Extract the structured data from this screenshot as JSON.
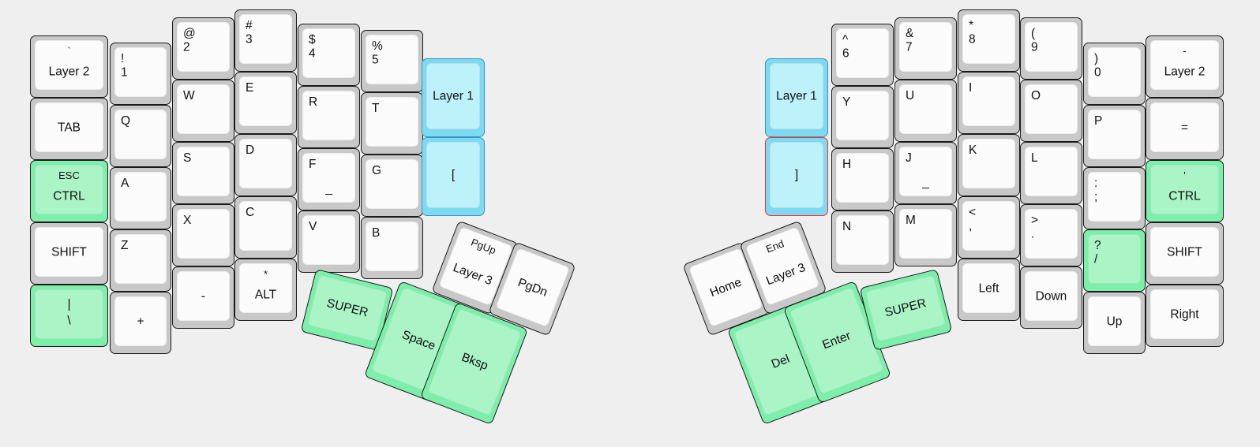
{
  "app": {
    "title": "Keyboard Layout Editor",
    "background_color": "#efefef",
    "key_body_color": "#c8c8c8",
    "key_cap_color": "#fbfbfb",
    "green_color": "#7cefab",
    "blue_color": "#7fd9f2",
    "selection_color": "#ff2b2b"
  },
  "left_half": {
    "name": "left-keyboard-half",
    "keys": [
      {
        "id": "l-c1-r1",
        "top": "`",
        "main": "Layer 2",
        "style": "white",
        "legend": "center-two"
      },
      {
        "id": "l-c1-r2",
        "main": "TAB",
        "style": "white",
        "legend": "center"
      },
      {
        "id": "l-c1-r3",
        "top": "ESC",
        "main": "CTRL",
        "style": "green",
        "legend": "center-two"
      },
      {
        "id": "l-c1-r4",
        "main": "SHIFT",
        "style": "white",
        "legend": "center"
      },
      {
        "id": "l-c1-r5",
        "top": "|",
        "main": "\\",
        "style": "green",
        "legend": "center-two-sym"
      },
      {
        "id": "l-c2-r1",
        "top": "!",
        "main": "1",
        "style": "white",
        "legend": "tl-bl"
      },
      {
        "id": "l-c2-r2",
        "top": "Q",
        "style": "white",
        "legend": "tl"
      },
      {
        "id": "l-c2-r3",
        "top": "A",
        "style": "white",
        "legend": "tl"
      },
      {
        "id": "l-c2-r4",
        "top": "Z",
        "style": "white",
        "legend": "tl"
      },
      {
        "id": "l-c2-r5",
        "main": "+",
        "style": "white",
        "legend": "center"
      },
      {
        "id": "l-c3-r1",
        "top": "@",
        "main": "2",
        "style": "white",
        "legend": "tl-bl"
      },
      {
        "id": "l-c3-r2",
        "top": "W",
        "style": "white",
        "legend": "tl"
      },
      {
        "id": "l-c3-r3",
        "top": "S",
        "style": "white",
        "legend": "tl"
      },
      {
        "id": "l-c3-r4",
        "top": "X",
        "style": "white",
        "legend": "tl"
      },
      {
        "id": "l-c3-r5",
        "main": "-",
        "style": "white",
        "legend": "center"
      },
      {
        "id": "l-c4-r1",
        "top": "#",
        "main": "3",
        "style": "white",
        "legend": "tl-bl"
      },
      {
        "id": "l-c4-r2",
        "top": "E",
        "style": "white",
        "legend": "tl"
      },
      {
        "id": "l-c4-r3",
        "top": "D",
        "style": "white",
        "legend": "tl"
      },
      {
        "id": "l-c4-r4",
        "top": "C",
        "style": "white",
        "legend": "tl"
      },
      {
        "id": "l-c4-r5",
        "top": "*",
        "main": "ALT",
        "style": "white",
        "legend": "center-two"
      },
      {
        "id": "l-c5-r1",
        "top": "$",
        "main": "4",
        "style": "white",
        "legend": "tl-bl"
      },
      {
        "id": "l-c5-r2",
        "top": "R",
        "style": "white",
        "legend": "tl"
      },
      {
        "id": "l-c5-r3",
        "top": "F",
        "bottom": "_",
        "style": "white",
        "legend": "tl-under"
      },
      {
        "id": "l-c5-r4",
        "top": "V",
        "style": "white",
        "legend": "tl"
      },
      {
        "id": "l-c6-r1",
        "top": "%",
        "main": "5",
        "style": "white",
        "legend": "tl-bl"
      },
      {
        "id": "l-c6-r2",
        "top": "T",
        "style": "white",
        "legend": "tl"
      },
      {
        "id": "l-c6-r3",
        "top": "G",
        "style": "white",
        "legend": "tl"
      },
      {
        "id": "l-c6-r4",
        "top": "B",
        "style": "white",
        "legend": "tl"
      },
      {
        "id": "l-c7-r1",
        "main": "Layer 1",
        "style": "blue",
        "legend": "center"
      },
      {
        "id": "l-c7-r2",
        "main": "[",
        "style": "blue",
        "legend": "center"
      }
    ],
    "thumb_keys": [
      {
        "id": "l-th-super",
        "main": "SUPER",
        "style": "green"
      },
      {
        "id": "l-th-pgup",
        "top": "PgUp",
        "main": "Layer 3",
        "style": "white"
      },
      {
        "id": "l-th-pgdn",
        "main": "PgDn",
        "style": "white"
      },
      {
        "id": "l-th-space",
        "main": "Space",
        "style": "green"
      },
      {
        "id": "l-th-bksp",
        "main": "Bksp",
        "style": "green"
      }
    ]
  },
  "right_half": {
    "name": "right-keyboard-half",
    "keys": [
      {
        "id": "r-c1-r1",
        "main": "Layer 1",
        "style": "blue",
        "legend": "center"
      },
      {
        "id": "r-c1-r2",
        "main": "]",
        "style": "blue",
        "legend": "center",
        "selected": true
      },
      {
        "id": "r-c2-r1",
        "top": "^",
        "main": "6",
        "style": "white",
        "legend": "tl-bl"
      },
      {
        "id": "r-c2-r2",
        "top": "Y",
        "style": "white",
        "legend": "tl"
      },
      {
        "id": "r-c2-r3",
        "top": "H",
        "style": "white",
        "legend": "tl"
      },
      {
        "id": "r-c2-r4",
        "top": "N",
        "style": "white",
        "legend": "tl"
      },
      {
        "id": "r-c3-r1",
        "top": "&",
        "main": "7",
        "style": "white",
        "legend": "tl-bl"
      },
      {
        "id": "r-c3-r2",
        "top": "U",
        "style": "white",
        "legend": "tl"
      },
      {
        "id": "r-c3-r3",
        "top": "J",
        "bottom": "_",
        "style": "white",
        "legend": "tl-under"
      },
      {
        "id": "r-c3-r4",
        "top": "M",
        "style": "white",
        "legend": "tl"
      },
      {
        "id": "r-c4-r1",
        "top": "*",
        "main": "8",
        "style": "white",
        "legend": "tl-bl"
      },
      {
        "id": "r-c4-r2",
        "top": "I",
        "style": "white",
        "legend": "tl"
      },
      {
        "id": "r-c4-r3",
        "top": "K",
        "style": "white",
        "legend": "tl"
      },
      {
        "id": "r-c4-r4",
        "top": "<",
        "main": ",",
        "style": "white",
        "legend": "tl-bl"
      },
      {
        "id": "r-c4-r5",
        "main": "Left",
        "style": "white",
        "legend": "center"
      },
      {
        "id": "r-c5-r1",
        "top": "(",
        "main": "9",
        "style": "white",
        "legend": "tl-bl"
      },
      {
        "id": "r-c5-r2",
        "top": "O",
        "style": "white",
        "legend": "tl"
      },
      {
        "id": "r-c5-r3",
        "top": "L",
        "style": "white",
        "legend": "tl"
      },
      {
        "id": "r-c5-r4",
        "top": ">",
        "main": ".",
        "style": "white",
        "legend": "tl-bl"
      },
      {
        "id": "r-c5-r5",
        "main": "Down",
        "style": "white",
        "legend": "center"
      },
      {
        "id": "r-c6-r1",
        "top": ")",
        "main": "0",
        "style": "white",
        "legend": "tl-bl"
      },
      {
        "id": "r-c6-r2",
        "top": "P",
        "style": "white",
        "legend": "tl"
      },
      {
        "id": "r-c6-r3",
        "top": ":",
        "main": ";",
        "style": "white",
        "legend": "tl-bl"
      },
      {
        "id": "r-c6-r4",
        "top": "?",
        "main": "/",
        "style": "green",
        "legend": "tl-bl"
      },
      {
        "id": "r-c6-r5",
        "main": "Up",
        "style": "white",
        "legend": "center"
      },
      {
        "id": "r-c7-r1",
        "top": "-",
        "main": "Layer 2",
        "style": "white",
        "legend": "center-two"
      },
      {
        "id": "r-c7-r2",
        "main": "=",
        "style": "white",
        "legend": "center"
      },
      {
        "id": "r-c7-r3",
        "top": "'",
        "main": "CTRL",
        "style": "green",
        "legend": "center-two"
      },
      {
        "id": "r-c7-r4",
        "main": "SHIFT",
        "style": "white",
        "legend": "center"
      },
      {
        "id": "r-c7-r5",
        "main": "Right",
        "style": "white",
        "legend": "center"
      }
    ],
    "thumb_keys": [
      {
        "id": "r-th-home",
        "main": "Home",
        "style": "white"
      },
      {
        "id": "r-th-end",
        "top": "End",
        "main": "Layer 3",
        "style": "white"
      },
      {
        "id": "r-th-del",
        "main": "Del",
        "style": "green"
      },
      {
        "id": "r-th-enter",
        "main": "Enter",
        "style": "green"
      },
      {
        "id": "r-th-super",
        "main": "SUPER",
        "style": "green"
      }
    ]
  }
}
